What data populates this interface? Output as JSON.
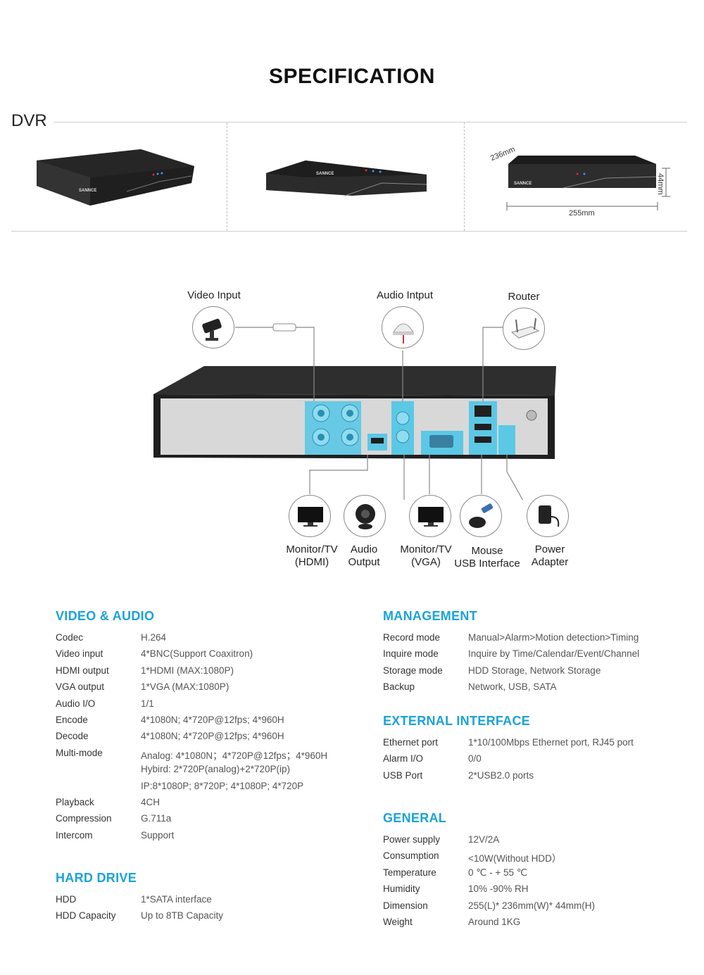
{
  "title": "SPECIFICATION",
  "dvr_label": "DVR",
  "dimensions": {
    "depth": "236mm",
    "width": "255mm",
    "height": "44mm"
  },
  "device_brand": "SANNCE",
  "connections": {
    "video_input": "Video Input",
    "audio_input": "Audio Intput",
    "router": "Router",
    "monitor_hdmi": [
      "Monitor/TV",
      "(HDMI)"
    ],
    "audio_output": [
      "Audio",
      "Output"
    ],
    "monitor_vga": [
      "Monitor/TV",
      "(VGA)"
    ],
    "mouse_usb": [
      "Mouse",
      "USB Interface"
    ],
    "power_adapter": [
      "Power",
      "Adapter"
    ]
  },
  "video_audio": {
    "heading": "VIDEO & AUDIO",
    "rows": [
      {
        "k": "Codec",
        "v": "H.264"
      },
      {
        "k": "Video input",
        "v": "4*BNC(Support Coaxitron)"
      },
      {
        "k": "HDMI output",
        "v": "1*HDMI (MAX:1080P)"
      },
      {
        "k": "VGA output",
        "v": "1*VGA (MAX:1080P)"
      },
      {
        "k": "Audio I/O",
        "v": "1/1"
      },
      {
        "k": "Encode",
        "v": "4*1080N; 4*720P@12fps; 4*960H"
      },
      {
        "k": "Decode",
        "v": "4*1080N; 4*720P@12fps; 4*960H"
      },
      {
        "k": "Multi-mode",
        "v": "Analog: 4*1080N；4*720P@12fps；4*960H"
      },
      {
        "k": "",
        "v": "Hybird: 2*720P(analog)+2*720P(ip)"
      },
      {
        "k": "",
        "v": "IP:8*1080P; 8*720P; 4*1080P; 4*720P"
      },
      {
        "k": "Playback",
        "v": "4CH"
      },
      {
        "k": "Compression",
        "v": "G.711a"
      },
      {
        "k": "Intercom",
        "v": "Support"
      }
    ]
  },
  "hard_drive": {
    "heading": "HARD DRIVE",
    "rows": [
      {
        "k": "HDD",
        "v": "1*SATA interface"
      },
      {
        "k": "HDD Capacity",
        "v": "Up to 8TB Capacity"
      }
    ]
  },
  "management": {
    "heading": "MANAGEMENT",
    "rows": [
      {
        "k": "Record mode",
        "v": "Manual>Alarm>Motion detection>Timing"
      },
      {
        "k": "Inquire mode",
        "v": "Inquire by Time/Calendar/Event/Channel"
      },
      {
        "k": "Storage mode",
        "v": "HDD Storage, Network Storage"
      },
      {
        "k": "Backup",
        "v": "Network, USB, SATA"
      }
    ]
  },
  "external_interface": {
    "heading": "EXTERNAL INTERFACE",
    "rows": [
      {
        "k": "Ethernet port",
        "v": "1*10/100Mbps Ethernet port, RJ45 port"
      },
      {
        "k": "Alarm I/O",
        "v": "0/0"
      },
      {
        "k": "USB Port",
        "v": "2*USB2.0 ports"
      }
    ]
  },
  "general": {
    "heading": "GENERAL",
    "rows": [
      {
        "k": "Power supply",
        "v": "12V/2A"
      },
      {
        "k": "Consumption",
        "v": "<10W(Without HDD）"
      },
      {
        "k": "Temperature",
        "v": "0 ℃ - + 55 ℃"
      },
      {
        "k": "Humidity",
        "v": "10% -90% RH"
      },
      {
        "k": "Dimension",
        "v": "255(L)* 236mm(W)* 44mm(H)"
      },
      {
        "k": "Weight",
        "v": "Around 1KG"
      }
    ]
  },
  "colors": {
    "accent": "#1aa3d9",
    "port_highlight": "#5bc8e6",
    "device_dark": "#2b2b2b"
  }
}
